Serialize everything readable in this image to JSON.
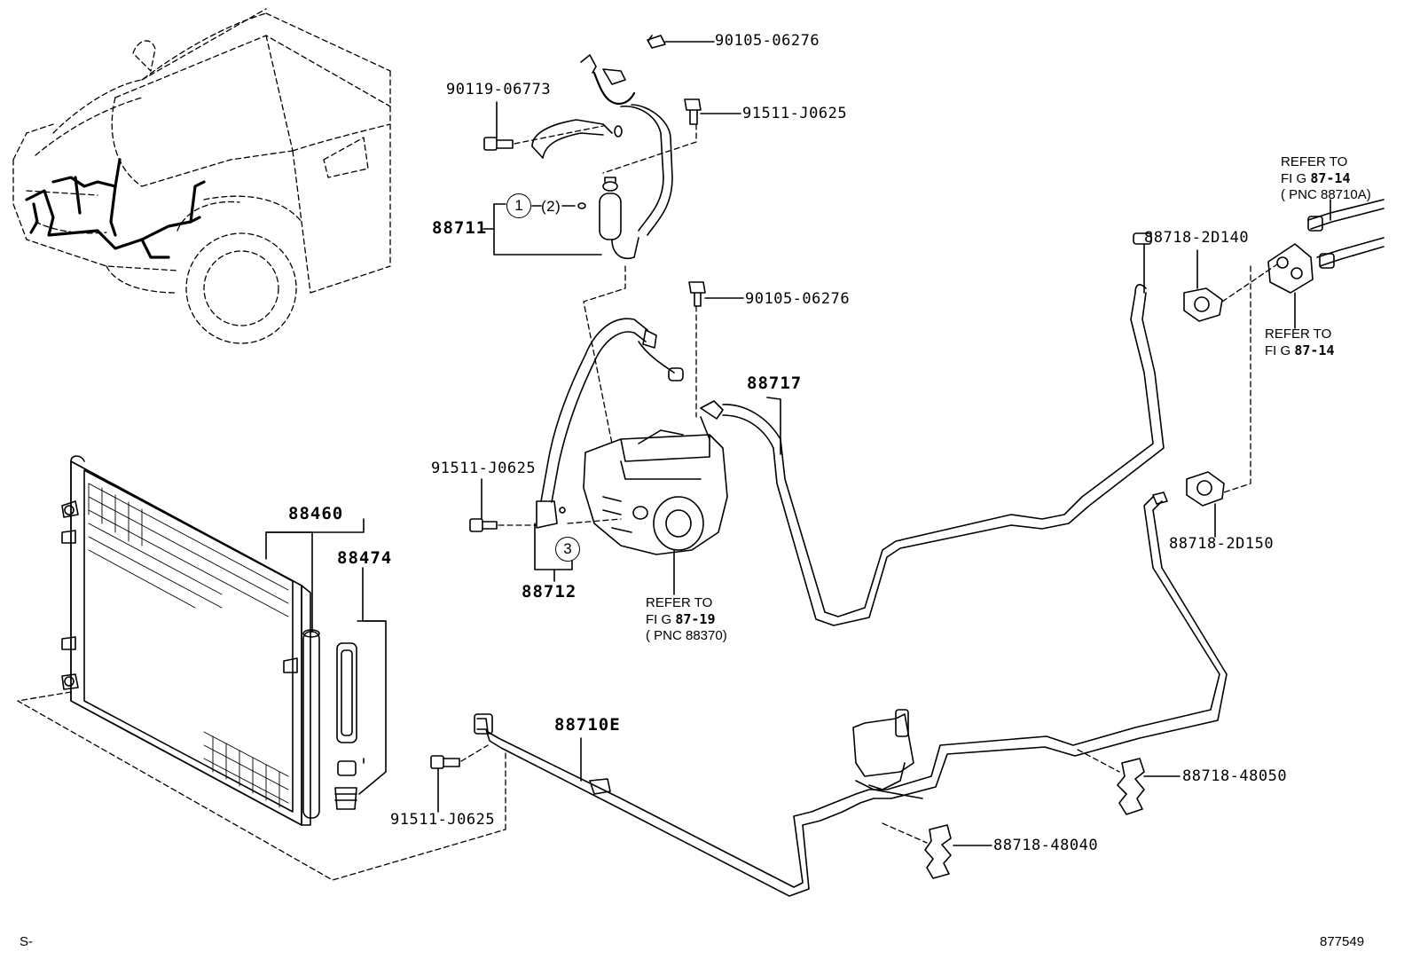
{
  "labels": {
    "bolt_90105_top": "90105-06276",
    "bolt_90119": "90119-06773",
    "bolt_91511_top": "91511-J0625",
    "pn_88711": "88711",
    "callout_1": "1",
    "callout_2": "(2)",
    "bolt_90105_mid": "90105-06276",
    "pn_88717": "88717",
    "bolt_91511_mid": "91511-J0625",
    "callout_3": "3",
    "pn_88712": "88712",
    "pn_88460": "88460",
    "pn_88474": "88474",
    "pn_88710E": "88710E",
    "bolt_91511_bot": "91511-J0625",
    "pn_88718_2D140": "88718-2D140",
    "pn_88718_2D150": "88718-2D150",
    "pn_88718_48050": "88718-48050",
    "pn_88718_48040": "88718-48040",
    "corner_left": "S-",
    "corner_right": "877549"
  },
  "refs": {
    "fig_87_19": {
      "line1": "REFER TO",
      "line2_pre": "FI G ",
      "line2_num": "87-19",
      "line3": "( PNC 88370)"
    },
    "fig_87_14_top": {
      "line1": "REFER TO",
      "line2_pre": "FI G ",
      "line2_num": "87-14",
      "line3": "( PNC 88710A)"
    },
    "fig_87_14_mid": {
      "line1": "REFER TO",
      "line2_pre": "FI G ",
      "line2_num": "87-14"
    }
  }
}
